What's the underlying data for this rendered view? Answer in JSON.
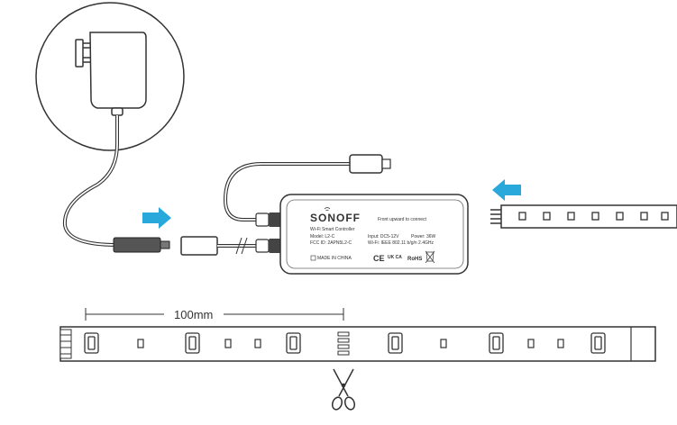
{
  "controller": {
    "brand": "SONOFF",
    "product_name": "Wi-Fi Smart Controller",
    "model": "Model: L2-C",
    "fcc_id": "FCC ID: 2APN5L2-C",
    "input": "Input: DC5-12V",
    "power": "Power: 36W",
    "wifi": "Wi-Fi: IEEE 802.11 b/g/n 2.4GHz",
    "connect_hint": "Front upward to connect",
    "origin": "MADE IN CHINA",
    "marks": [
      "CE",
      "UK CA",
      "RoHS"
    ]
  },
  "strip": {
    "measure_label": "100mm"
  },
  "colors": {
    "arrow": "#29a8dc",
    "line": "#333333"
  },
  "icons": [
    "power-adapter-icon",
    "arrow-right-icon",
    "arrow-left-icon",
    "scissors-icon",
    "wifi-icon",
    "weee-bin-icon"
  ]
}
